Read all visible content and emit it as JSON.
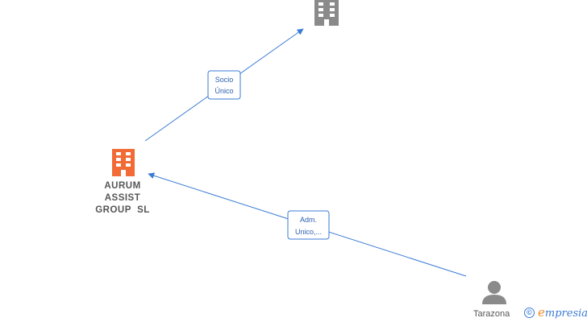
{
  "nodes": {
    "company_main": {
      "label_lines": [
        "AURUM",
        "ASSIST",
        "GROUP  SL"
      ],
      "color": "#f26a35"
    },
    "company_top": {
      "color": "#8a8a8a"
    },
    "person": {
      "label": "Tarazona",
      "color": "#8a8a8a"
    }
  },
  "edges": [
    {
      "id": "socio",
      "label_lines": [
        "Socio",
        "Único"
      ]
    },
    {
      "id": "adm",
      "label_lines": [
        "Adm.",
        "Unico,..."
      ]
    }
  ],
  "brand": {
    "copyright": "©",
    "name_first": "e",
    "name_rest": "mpresia"
  },
  "colors": {
    "edge": "#3a7bd5",
    "company_highlight": "#f26a35",
    "neutral_icon": "#8a8a8a"
  }
}
